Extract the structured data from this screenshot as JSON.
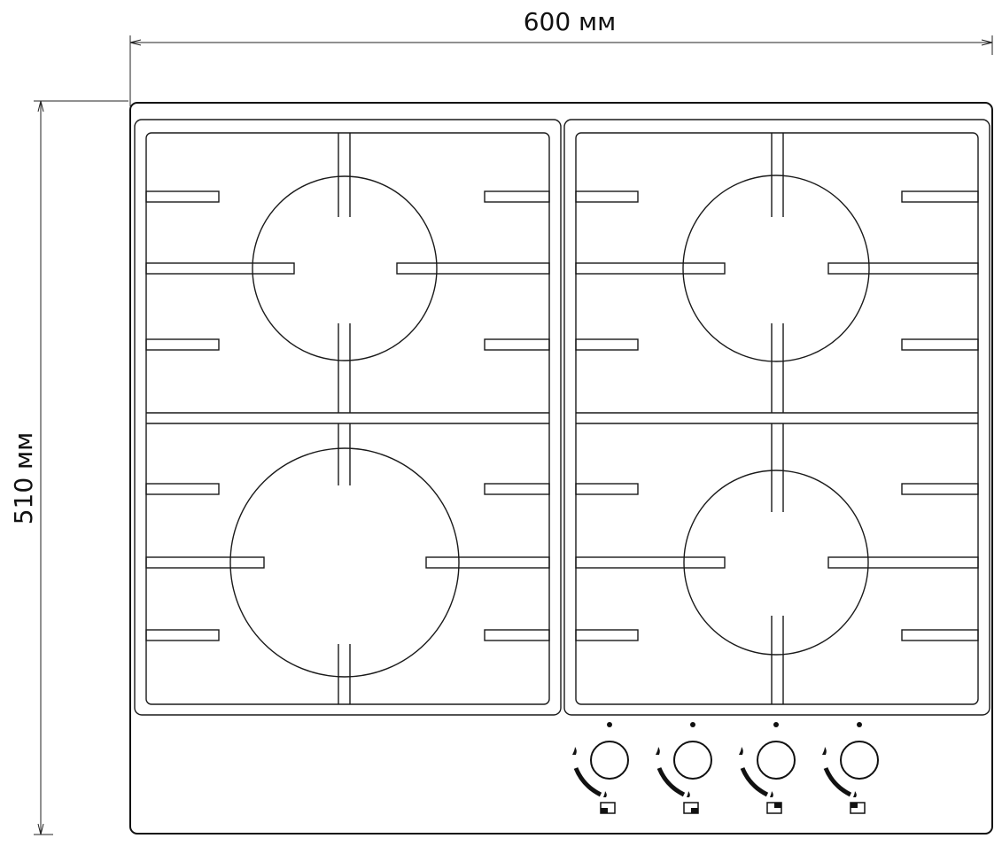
{
  "dimensions": {
    "width_label": "600 мм",
    "height_label": "510 мм"
  },
  "hob": {
    "burners": 4,
    "knobs": 4
  },
  "colors": {
    "line": "#1a1a1a",
    "background": "#ffffff"
  },
  "icons": [
    "flame-small-icon",
    "flame-large-icon",
    "rotation-arrow-icon",
    "burner-position-icon"
  ]
}
